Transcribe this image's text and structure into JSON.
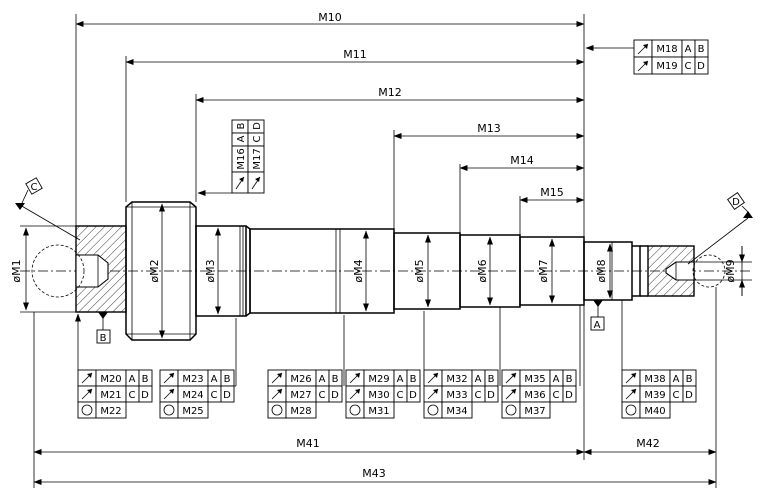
{
  "dimensions": {
    "M10": "M10",
    "M11": "M11",
    "M12": "M12",
    "M13": "M13",
    "M14": "M14",
    "M15": "M15",
    "M41": "M41",
    "M42": "M42",
    "M43": "M43"
  },
  "diameters": {
    "M1": "øM1",
    "M2": "øM2",
    "M3": "øM3",
    "M4": "øM4",
    "M5": "øM5",
    "M6": "øM6",
    "M7": "øM7",
    "M8": "øM8",
    "M9": "øM9"
  },
  "datums": {
    "A": "A",
    "B": "B",
    "C": "C",
    "D": "D"
  },
  "frames": {
    "top": [
      {
        "value": "M18",
        "refs": [
          "A",
          "B"
        ]
      },
      {
        "value": "M19",
        "refs": [
          "C",
          "D"
        ]
      }
    ],
    "vertical": [
      {
        "value": "M16",
        "refs": [
          "A",
          "B"
        ]
      },
      {
        "value": "M17",
        "refs": [
          "C",
          "D"
        ]
      }
    ],
    "g1": [
      {
        "value": "M20",
        "refs": [
          "A",
          "B"
        ]
      },
      {
        "value": "M21",
        "refs": [
          "C",
          "D"
        ]
      },
      {
        "value": "M22",
        "refs": []
      }
    ],
    "g2": [
      {
        "value": "M23",
        "refs": [
          "A",
          "B"
        ]
      },
      {
        "value": "M24",
        "refs": [
          "C",
          "D"
        ]
      },
      {
        "value": "M25",
        "refs": []
      }
    ],
    "g3": [
      {
        "value": "M26",
        "refs": [
          "A",
          "B"
        ]
      },
      {
        "value": "M27",
        "refs": [
          "C",
          "D"
        ]
      },
      {
        "value": "M28",
        "refs": []
      }
    ],
    "g4": [
      {
        "value": "M29",
        "refs": [
          "A",
          "B"
        ]
      },
      {
        "value": "M30",
        "refs": [
          "C",
          "D"
        ]
      },
      {
        "value": "M31",
        "refs": []
      }
    ],
    "g5": [
      {
        "value": "M32",
        "refs": [
          "A",
          "B"
        ]
      },
      {
        "value": "M33",
        "refs": [
          "C",
          "D"
        ]
      },
      {
        "value": "M34",
        "refs": []
      }
    ],
    "g6": [
      {
        "value": "M35",
        "refs": [
          "A",
          "B"
        ]
      },
      {
        "value": "M36",
        "refs": [
          "C",
          "D"
        ]
      },
      {
        "value": "M37",
        "refs": []
      }
    ],
    "g7": [
      {
        "value": "M38",
        "refs": [
          "A",
          "B"
        ]
      },
      {
        "value": "M39",
        "refs": [
          "C",
          "D"
        ]
      },
      {
        "value": "M40",
        "refs": []
      }
    ]
  },
  "symbols": {
    "runout": "runout-arrow-icon",
    "circularity": "circle-icon"
  }
}
